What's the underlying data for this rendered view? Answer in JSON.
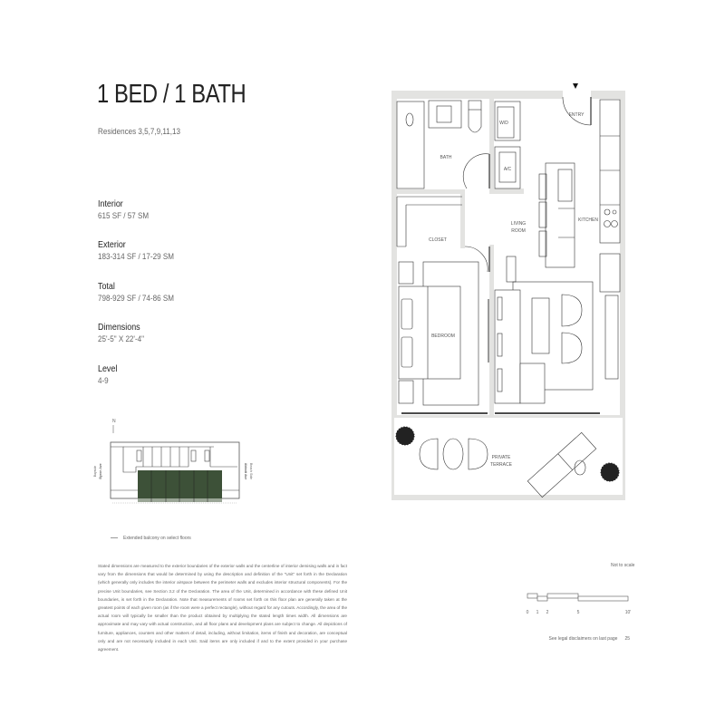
{
  "header": {
    "title": "1 BED / 1 BATH",
    "residences": "Residences 3,5,7,9,11,13"
  },
  "specs": [
    {
      "label": "Interior",
      "value": "615 SF / 57 SM"
    },
    {
      "label": "Exterior",
      "value": "183-314 SF / 17-29 SM"
    },
    {
      "label": "Total",
      "value": "798-929 SF / 74-86 SM"
    },
    {
      "label": "Dimensions",
      "value": "25'-5\" X 22'-4\""
    },
    {
      "label": "Level",
      "value": "4-9"
    }
  ],
  "key_plan": {
    "north": "N",
    "left_street": [
      "Bayside",
      "Byron Ave"
    ],
    "right_street": [
      "Beach Side",
      "Abbott Ave"
    ],
    "highlight_color": "#3d5138"
  },
  "legend": {
    "extended_balcony": "Extended balcony on select floors"
  },
  "floor_plan": {
    "rooms": {
      "bath": "BATH",
      "wd": "W/D",
      "ac": "A/C",
      "entry": "ENTRY",
      "living": [
        "LIVING",
        "ROOM"
      ],
      "kitchen": "KITCHEN",
      "closet": "CLOSET",
      "bedroom": "BEDROOM",
      "terrace": [
        "PRIVATE",
        "TERRACE"
      ]
    },
    "wall_color": "#e3e3e1"
  },
  "disclaimer": "Stated dimensions are measured to the exterior boundaries of the exterior walls and the centerline of interior demising walls and in fact vary from the dimensions that would be determined by using the description and definition of the \"Unit\" set forth in the Declaration (which generally only includes the interior airspace between the perimeter walls and excludes interior structural components). For the precise Unit boundaries, see Section 3.2 of the Declaration. The area of the Unit, determined in accordance with these defined Unit boundaries, is set forth in the Declaration. Note that measurements of rooms set forth on this floor plan are generally taken at the greatest points of each given room (as if the room were a perfect rectangle), without regard for any cutouts. Accordingly, the area of the actual room will typically be smaller than the product obtained by multiplying the stated length times width. All dimensions are approximate and may vary with actual construction, and all floor plans and development plans are subject to change. All depictions of furniture, appliances, counters and other matters of detail, including, without limitation, items of finish and decoration, are conceptual only and are not necessarily included in each Unit. Said items are only included if and to the extent provided in your purchase agreement.",
  "scale": {
    "note": "Not to scale",
    "ticks": [
      "0",
      "1",
      "2",
      "5",
      "10'"
    ]
  },
  "footer": {
    "legal": "See legal disclaimers on last page",
    "page": "25"
  }
}
